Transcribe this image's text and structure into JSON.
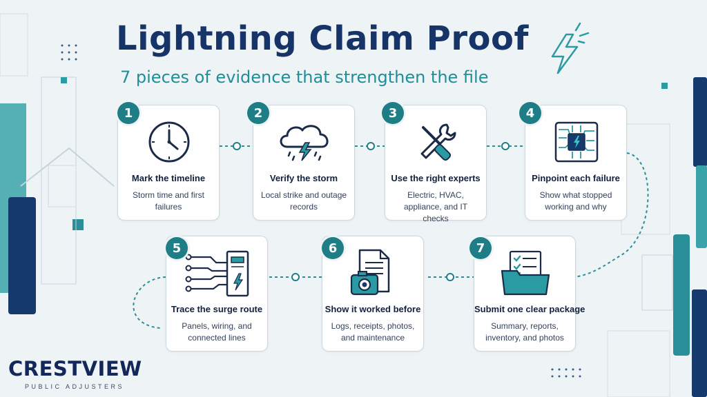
{
  "header": {
    "title": "Lightning Claim Proof",
    "subtitle": "7 pieces of evidence that strengthen the file"
  },
  "steps": [
    {
      "number": "1",
      "title": "Mark the timeline",
      "description": "Storm time and first failures",
      "icon": "clock-icon"
    },
    {
      "number": "2",
      "title": "Verify the storm",
      "description": "Local strike and outage records",
      "icon": "storm-cloud-icon"
    },
    {
      "number": "3",
      "title": "Use the right experts",
      "description": "Electric, HVAC, appliance, and IT checks",
      "icon": "tools-icon"
    },
    {
      "number": "4",
      "title": "Pinpoint each failure",
      "description": "Show what stopped working and why",
      "icon": "circuit-chip-icon"
    },
    {
      "number": "5",
      "title": "Trace the surge route",
      "description": "Panels, wiring, and connected lines",
      "icon": "electrical-panel-icon"
    },
    {
      "number": "6",
      "title": "Show it worked before",
      "description": "Logs, receipts, photos, and maintenance",
      "icon": "document-camera-icon"
    },
    {
      "number": "7",
      "title": "Submit one clear package",
      "description": "Summary, reports, inventory, and photos",
      "icon": "folder-checklist-icon"
    }
  ],
  "brand": {
    "name": "CRESTVIEW",
    "tagline": "PUBLIC ADJUSTERS"
  },
  "colors": {
    "navy": "#173469",
    "teal": "#1f7d86",
    "subtitle_teal": "#208d9a",
    "background": "#eef3f5"
  }
}
